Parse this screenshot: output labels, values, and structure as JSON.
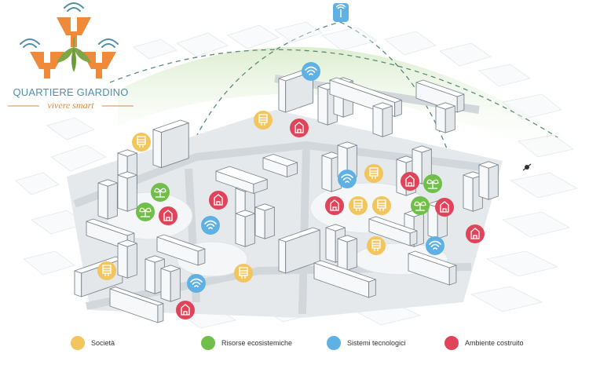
{
  "logo": {
    "title": "QUARTIERE GIARDINO",
    "subtitle": "vivere smart",
    "colors": {
      "orange": "#ee8a3a",
      "green": "#7ea647",
      "blue": "#4f8fa8"
    }
  },
  "categories": {
    "society": {
      "label": "Società",
      "color": "#f2c55d",
      "icon": "person-icon"
    },
    "ecosystem": {
      "label": "Risorse ecosistemiche",
      "color": "#6fbf4a",
      "icon": "plant-icon"
    },
    "tech": {
      "label": "Sistemi tecnologici",
      "color": "#5fb1e3",
      "icon": "wifi-icon"
    },
    "built": {
      "label": "Ambiente costruito",
      "color": "#e0445a",
      "icon": "building-icon"
    }
  },
  "legend": [
    {
      "key": "society",
      "label": "Società"
    },
    {
      "key": "ecosystem",
      "label": "Risorse ecosistemiche"
    },
    {
      "key": "tech",
      "label": "Sistemi tecnologici"
    },
    {
      "key": "built",
      "label": "Ambiente costruito"
    }
  ],
  "markers": [
    {
      "cat": "tech",
      "name": "antenna-tower-marker"
    },
    {
      "cat": "tech",
      "name": "wifi-marker-north"
    },
    {
      "cat": "society",
      "name": "society-marker-north"
    },
    {
      "cat": "built",
      "name": "built-marker-north"
    },
    {
      "cat": "society",
      "name": "society-marker-west"
    },
    {
      "cat": "ecosystem",
      "name": "ecosystem-marker-west"
    },
    {
      "cat": "ecosystem",
      "name": "ecosystem-marker-west-2"
    },
    {
      "cat": "built",
      "name": "built-marker-west"
    },
    {
      "cat": "built",
      "name": "built-marker-center"
    },
    {
      "cat": "tech",
      "name": "wifi-marker-center"
    },
    {
      "cat": "society",
      "name": "society-marker-southwest"
    },
    {
      "cat": "society",
      "name": "society-marker-south"
    },
    {
      "cat": "tech",
      "name": "wifi-marker-south"
    },
    {
      "cat": "built",
      "name": "built-marker-south"
    },
    {
      "cat": "tech",
      "name": "wifi-marker-east-1"
    },
    {
      "cat": "society",
      "name": "society-marker-east-1"
    },
    {
      "cat": "built",
      "name": "built-marker-east-1"
    },
    {
      "cat": "society",
      "name": "society-marker-east-2"
    },
    {
      "cat": "society",
      "name": "society-marker-east-3"
    },
    {
      "cat": "built",
      "name": "built-marker-east-2"
    },
    {
      "cat": "ecosystem",
      "name": "ecosystem-marker-east-1"
    },
    {
      "cat": "ecosystem",
      "name": "ecosystem-marker-east-2"
    },
    {
      "cat": "built",
      "name": "built-marker-east-3"
    },
    {
      "cat": "society",
      "name": "society-marker-east-4"
    },
    {
      "cat": "tech",
      "name": "wifi-marker-east-2"
    },
    {
      "cat": "built",
      "name": "built-marker-east-4"
    }
  ]
}
